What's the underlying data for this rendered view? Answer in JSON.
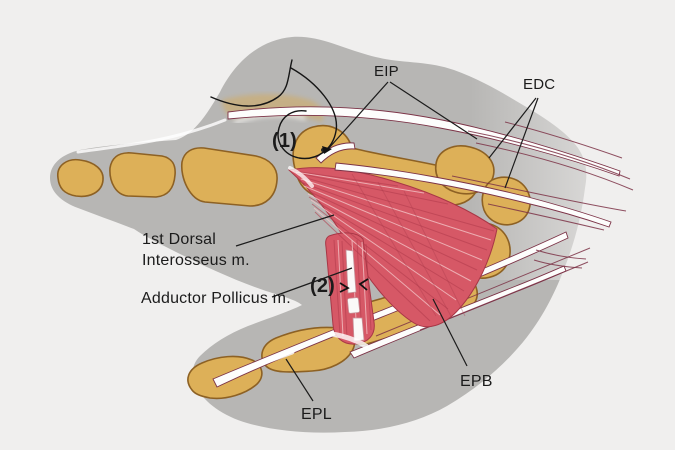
{
  "figure": {
    "labels": {
      "eip": "EIP",
      "edc": "EDC",
      "marker1": "(1)",
      "dorsal_line1": "1st Dorsal",
      "dorsal_line2": "Interosseus m.",
      "adductor": "Adductor Pollicus m.",
      "marker2": "(2)",
      "epl": "EPL",
      "epb": "EPB"
    },
    "colors": {
      "background": "#f0efee",
      "silhouette": "#b7b6b4",
      "bone": "#ddb058",
      "bone_outline": "#8d6124",
      "muscle": "#d65866",
      "muscle_outline": "#a83746",
      "tendon": "#fdfdfc",
      "tendon_edge": "#7c3347",
      "label_text": "#1b1b1b"
    }
  }
}
